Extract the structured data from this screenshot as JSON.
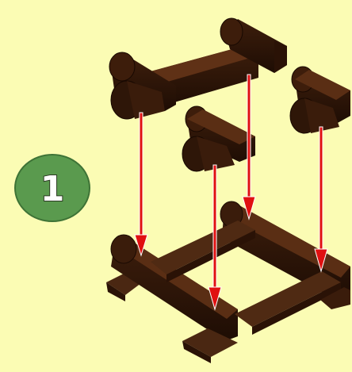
{
  "step": {
    "number": "1",
    "badge_color": "#5a9a4e",
    "badge_outline": "#3e7336"
  },
  "colors": {
    "background": "#fbfcb4",
    "wood_dark": "#2e1608",
    "wood_mid": "#4a2712",
    "wood_light": "#6b3a1c",
    "arrow": "#e01010"
  },
  "parts": [
    {
      "name": "top-long-log-piece",
      "icon": "log-frame-piece"
    },
    {
      "name": "middle-short-log-piece",
      "icon": "log-cross-piece"
    },
    {
      "name": "right-short-log-piece",
      "icon": "log-cross-piece"
    },
    {
      "name": "base-log-frame",
      "icon": "log-base-frame"
    }
  ],
  "arrows_count_shown": 4
}
